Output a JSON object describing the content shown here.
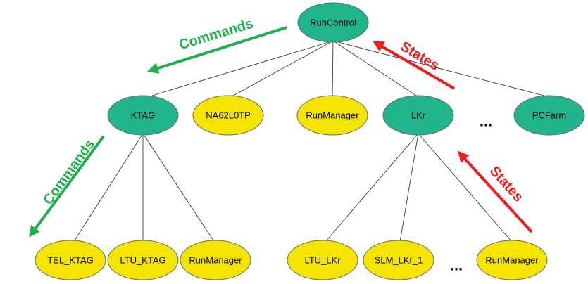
{
  "colors": {
    "controller_node": "#20b58c",
    "leaf_node": "#f5e400",
    "commands_arrow": "#1db04b",
    "states_arrow": "#ee1c1c"
  },
  "nodes": {
    "root": "RunControl",
    "ktag": "KTAG",
    "na62l0tp": "NA62L0TP",
    "run_manager_top": "RunManager",
    "lkr": "LKr",
    "pcfarm": "PCFarm",
    "tel_ktag": "TEL_KTAG",
    "ltu_ktag": "LTU_KTAG",
    "run_manager_ktag": "RunManager",
    "ltu_lkr": "LTU_LKr",
    "slm_lkr_1": "SLM_LKr_1",
    "run_manager_lkr": "RunManager"
  },
  "ellipsis": {
    "level1": "...",
    "lkr_children": "..."
  },
  "arrows": {
    "commands_top": "Commands",
    "commands_left": "Commands",
    "states_top": "States",
    "states_right": "States"
  }
}
